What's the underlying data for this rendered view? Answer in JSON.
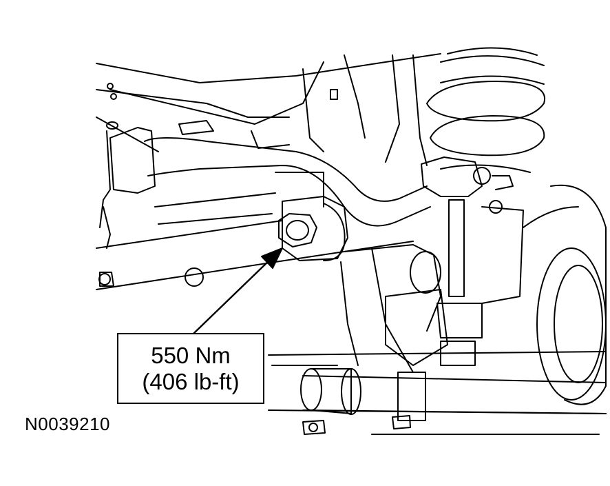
{
  "callout": {
    "torque_metric": "550 Nm",
    "torque_imperial": "(406 lb-ft)"
  },
  "figure": {
    "id": "N0039210"
  }
}
